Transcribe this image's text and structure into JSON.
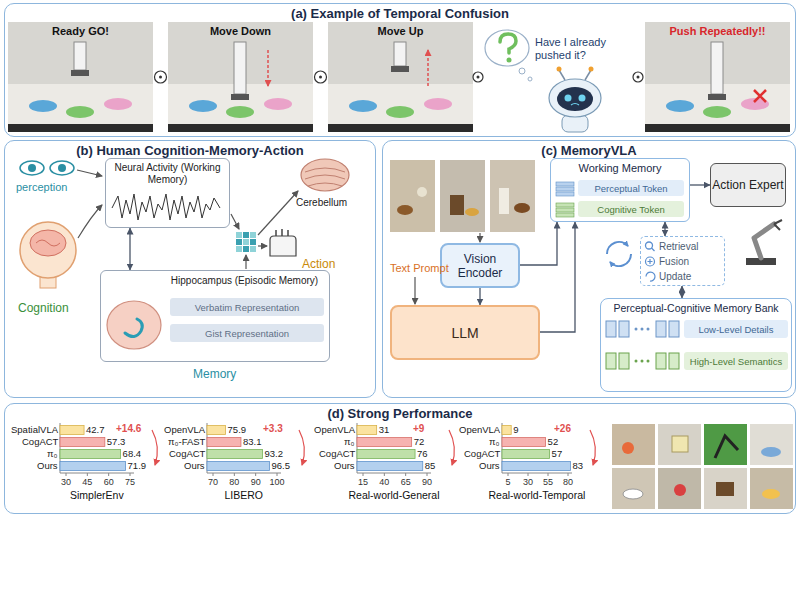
{
  "diagram": {
    "nodes": [
      {
        "text": [
          "(a) Example of Temporal Confusion"
        ]
      },
      {
        "text": [
          "Ready GO!"
        ],
        "in": 0
      },
      {
        "text": [
          "Move Down"
        ],
        "in": 0
      },
      {
        "text": [
          "Move Up"
        ],
        "in": 0
      },
      {
        "text": [
          "Push Repeatedly!!"
        ],
        "in": 0
      },
      {
        "text": [
          "(b) Human Cognition-Memory-Action"
        ]
      },
      {
        "text": [
          "Neural Activity (Working Memory)"
        ],
        "in": 5
      },
      {
        "text": [
          "Hippocampus (Episodic Memory)"
        ],
        "in": 5
      },
      {
        "text": [
          "Verbatim Representation"
        ],
        "in": 7
      },
      {
        "text": [
          "Gist Representation"
        ],
        "in": 7
      },
      {
        "text": [
          "(c) MemoryVLA"
        ]
      },
      {
        "text": [
          "Vision Encoder"
        ],
        "in": 10
      },
      {
        "text": [
          "LLM"
        ],
        "in": 10
      },
      {
        "text": [
          "Working Memory"
        ],
        "in": 10
      },
      {
        "text": [
          "Perceptual Token"
        ],
        "in": 13
      },
      {
        "text": [
          "Cognitive Token"
        ],
        "in": 13
      },
      {
        "text": [
          "Retrieval",
          "Fusion",
          "Update"
        ],
        "in": 10
      },
      {
        "text": [
          "Action Expert"
        ],
        "in": 10
      },
      {
        "text": [
          "Perceptual-Cognitive Memory Bank"
        ],
        "in": 10
      },
      {
        "text": [
          "Low-Level Details"
        ],
        "in": 18
      },
      {
        "text": [
          "High-Level Semantics"
        ],
        "in": 18
      },
      {
        "text": [
          "(d) Strong Performance"
        ]
      }
    ],
    "edges": [
      {
        "from": 6,
        "to": 7,
        "arrow": "both"
      },
      {
        "from": 11,
        "to": 12,
        "arrow": "to"
      },
      {
        "from": 11,
        "to": 13,
        "arrow": "to"
      },
      {
        "from": 12,
        "to": 13,
        "arrow": "to"
      },
      {
        "from": 13,
        "to": 17,
        "arrow": "to"
      },
      {
        "from": 13,
        "to": 16,
        "arrow": "both"
      },
      {
        "from": 16,
        "to": 18,
        "arrow": "both"
      }
    ],
    "labels": [
      "Have I already pushed it?",
      "perception",
      "Cognition",
      "Cerebellum",
      "Action",
      "Memory",
      "Text Prompt",
      "SpatialVLA",
      "42.7",
      "CogACT",
      "57.3",
      "π₀",
      "68.4",
      "Ours",
      "71.9",
      "+14.6",
      "30",
      "45",
      "60",
      "75",
      "SimplerEnv",
      "OpenVLA",
      "75.9",
      "π₀-FAST",
      "83.1",
      "CogACT",
      "93.2",
      "Ours",
      "96.5",
      "+3.3",
      "70",
      "80",
      "90",
      "100",
      "LIBERO",
      "OpenVLA",
      "31",
      "π₀",
      "72",
      "CogACT",
      "76",
      "Ours",
      "85",
      "+9",
      "15",
      "40",
      "65",
      "90",
      "Real-world-General",
      "OpenVLA",
      "9",
      "π₀",
      "52",
      "CogACT",
      "57",
      "Ours",
      "83",
      "+26",
      "5",
      "30",
      "55",
      "80",
      "Real-world-Temporal"
    ]
  }
}
